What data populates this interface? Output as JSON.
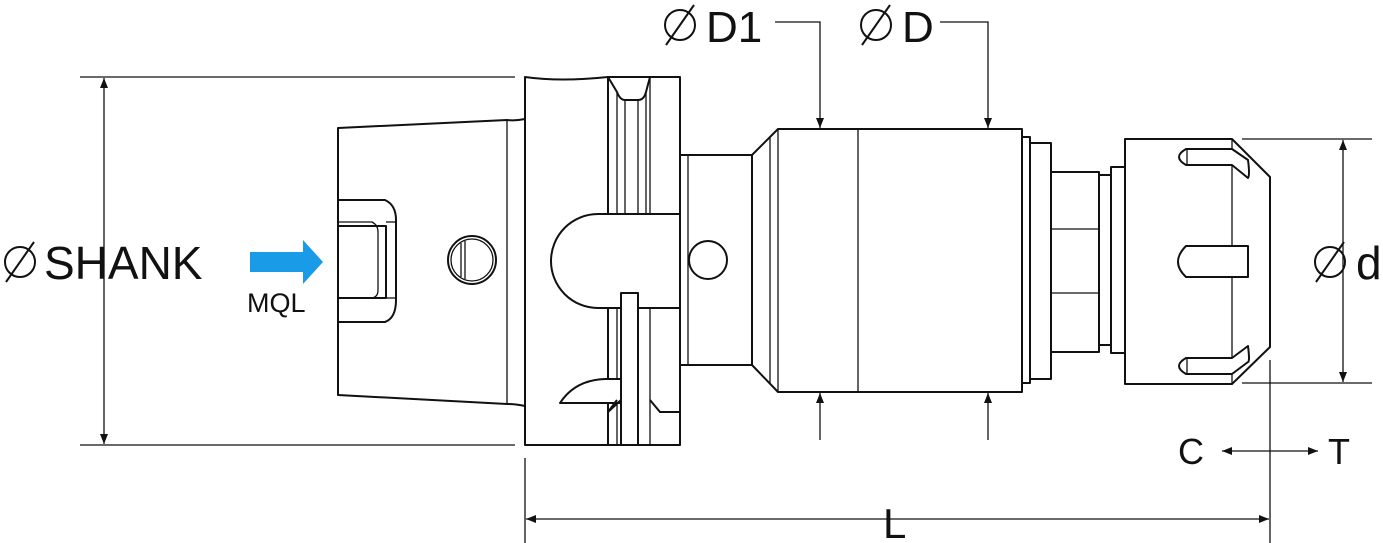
{
  "labels": {
    "shank": "SHANK",
    "mql": "MQL",
    "d1": "D1",
    "d_body": "D",
    "d_collet": "d",
    "c": "C",
    "t": "T",
    "l": "L"
  },
  "icons": {
    "diameter": "diameter-symbol",
    "mql_arrow": "coolant-flow-arrow"
  },
  "colors": {
    "mql_arrow": "#1a9be8",
    "line": "#111111"
  }
}
